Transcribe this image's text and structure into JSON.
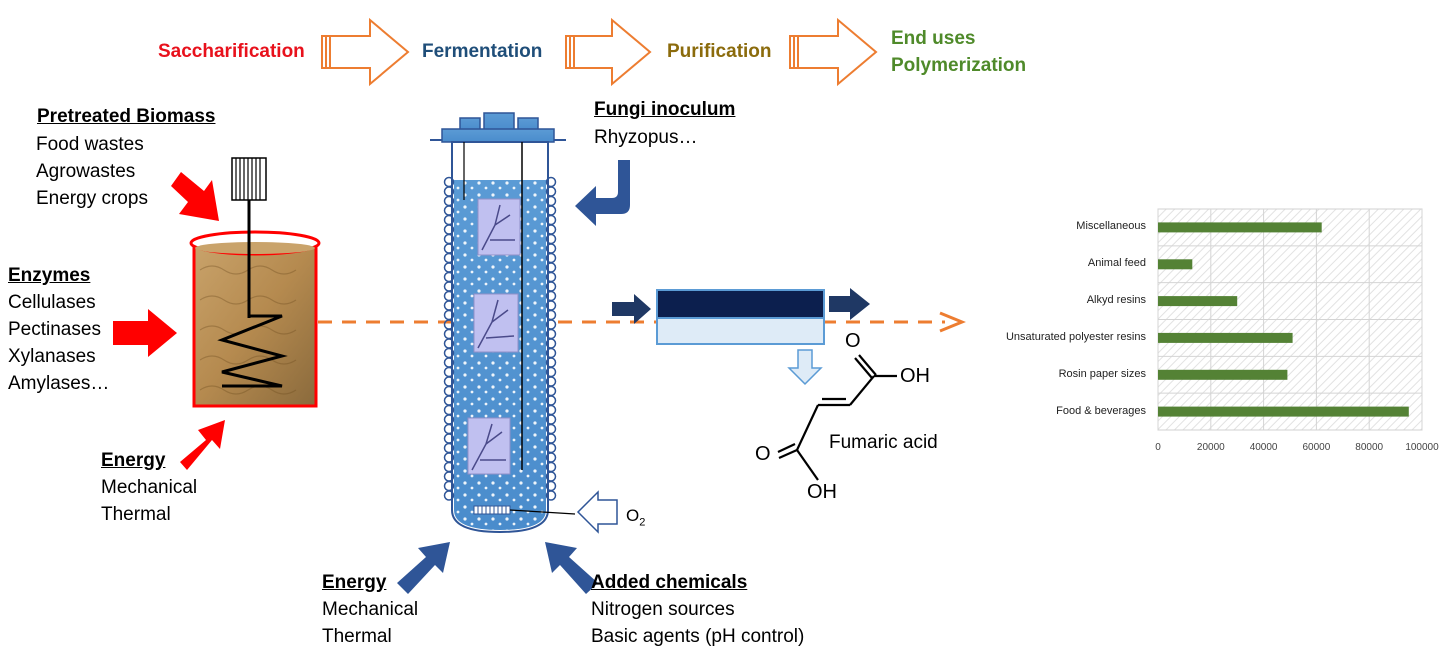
{
  "colors": {
    "saccharification": "#e8111c",
    "fermentation": "#1f4e79",
    "purification": "#8b6b0c",
    "end_uses": "#4f8a2a",
    "process_arrow": "#ed7d31",
    "red_arrow": "#ff0000",
    "blue_arrow": "#2f5597",
    "bar": "#548235"
  },
  "stages": {
    "saccharification": "Saccharification",
    "fermentation": "Fermentation",
    "purification": "Purification",
    "end_uses_line1": "End uses",
    "end_uses_line2": "Polymerization"
  },
  "left": {
    "biomass_title": "Pretreated Biomass",
    "biomass_items": [
      "Food wastes",
      "Agrowastes",
      "Energy crops"
    ],
    "enzymes_title": "Enzymes",
    "enzymes_items": [
      "Cellulases",
      "Pectinases",
      "Xylanases",
      "Amylases…"
    ],
    "energy_title": "Energy",
    "energy_items": [
      "Mechanical",
      "Thermal"
    ]
  },
  "middle": {
    "fungi_title": "Fungi inoculum",
    "fungi_item": "Rhyzopus…",
    "oxygen_label": "O",
    "oxygen_sub": "2",
    "energy_title": "Energy",
    "energy_items": [
      "Mechanical",
      "Thermal"
    ],
    "chemicals_title": "Added chemicals",
    "chemicals_items": [
      "Nitrogen sources",
      "Basic agents (pH control)"
    ]
  },
  "molecule": {
    "name": "Fumaric acid",
    "oh_top": "OH",
    "oh_bottom": "OH",
    "o_top": "O",
    "o_bottom": "O"
  },
  "chart_data": {
    "type": "bar",
    "orientation": "horizontal",
    "categories": [
      "Miscellaneous",
      "Animal feed",
      "Alkyd resins",
      "Unsaturated polyester resins",
      "Rosin paper sizes",
      "Food & beverages"
    ],
    "values": [
      62000,
      13000,
      30000,
      51000,
      49000,
      95000
    ],
    "xlim": [
      0,
      100000
    ],
    "xticks": [
      "0",
      "20000",
      "40000",
      "60000",
      "80000",
      "100000"
    ],
    "grid": true
  }
}
